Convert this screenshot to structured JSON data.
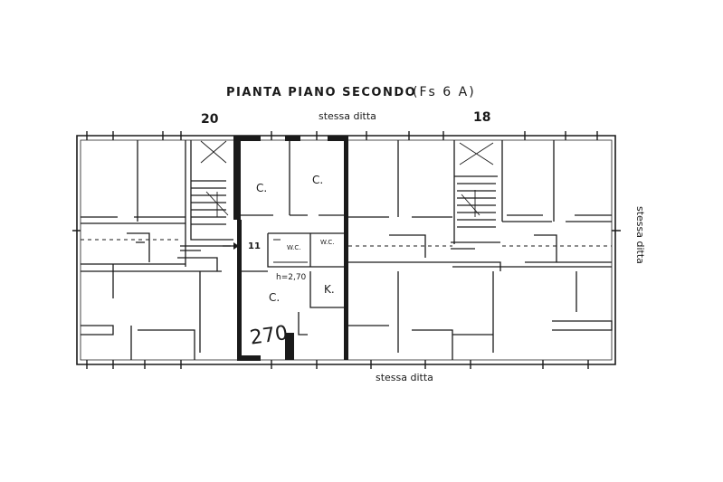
{
  "title": "PIANTA PIANO SECONDO",
  "title_note": "(Fs 6 A)",
  "neighbours": {
    "left_number": "20",
    "right_number": "18",
    "top": "stessa ditta",
    "right": "stessa ditta",
    "bottom": "stessa ditta"
  },
  "rooms": {
    "room_c_upper_left": "C.",
    "room_c_upper_right": "C.",
    "room_c_lower": "C.",
    "kitchen": "K.",
    "wc_1": "W.C.",
    "wc_2": "W.C."
  },
  "height_note": "h=2,70",
  "entrance_number": "11",
  "unit_number": "270",
  "colors": {
    "ink": "#1a1a1a",
    "paper": "#ffffff"
  }
}
